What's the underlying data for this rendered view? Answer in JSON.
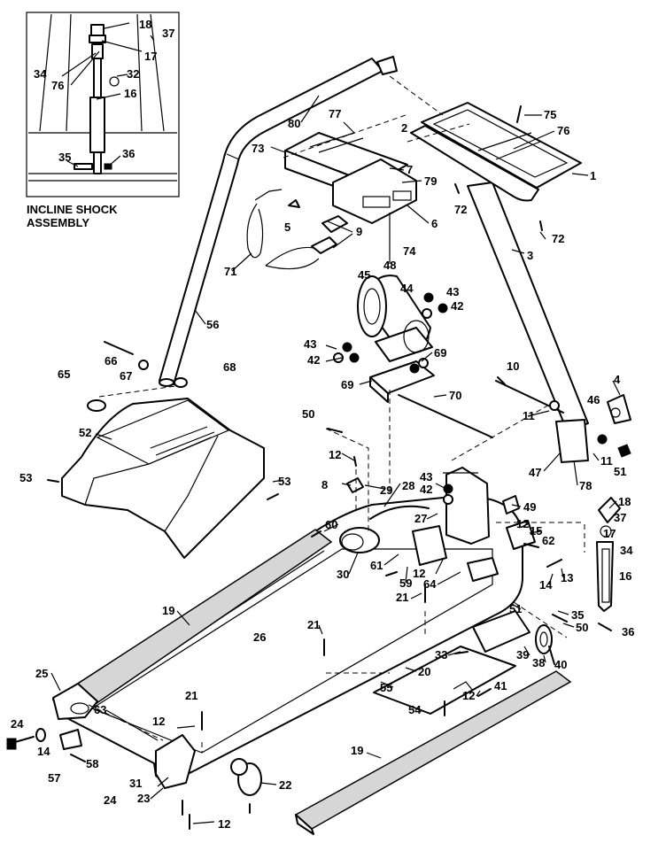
{
  "inset": {
    "title_line1": "INCLINE SHOCK",
    "title_line2": "ASSEMBLY",
    "labels": [
      "18",
      "37",
      "17",
      "34",
      "32",
      "76",
      "16",
      "35",
      "36"
    ]
  },
  "part_labels": [
    "80",
    "77",
    "73",
    "7",
    "79",
    "6",
    "2",
    "75",
    "76",
    "1",
    "72",
    "72",
    "5",
    "9",
    "71",
    "48",
    "74",
    "3",
    "45",
    "44",
    "43",
    "42",
    "56",
    "43",
    "42",
    "66",
    "67",
    "68",
    "65",
    "69",
    "69",
    "70",
    "10",
    "11",
    "4",
    "46",
    "11",
    "51",
    "47",
    "78",
    "52",
    "50",
    "12",
    "8",
    "29",
    "28",
    "43",
    "42",
    "49",
    "53",
    "53",
    "60",
    "27",
    "12",
    "15",
    "62",
    "18",
    "37",
    "17",
    "34",
    "16",
    "30",
    "61",
    "59",
    "12",
    "64",
    "14",
    "13",
    "21",
    "51",
    "35",
    "50",
    "36",
    "19",
    "21",
    "26",
    "33",
    "39",
    "38",
    "40",
    "25",
    "20",
    "55",
    "12",
    "41",
    "54",
    "63",
    "24",
    "14",
    "21",
    "12",
    "58",
    "57",
    "31",
    "22",
    "24",
    "23",
    "12",
    "19"
  ]
}
